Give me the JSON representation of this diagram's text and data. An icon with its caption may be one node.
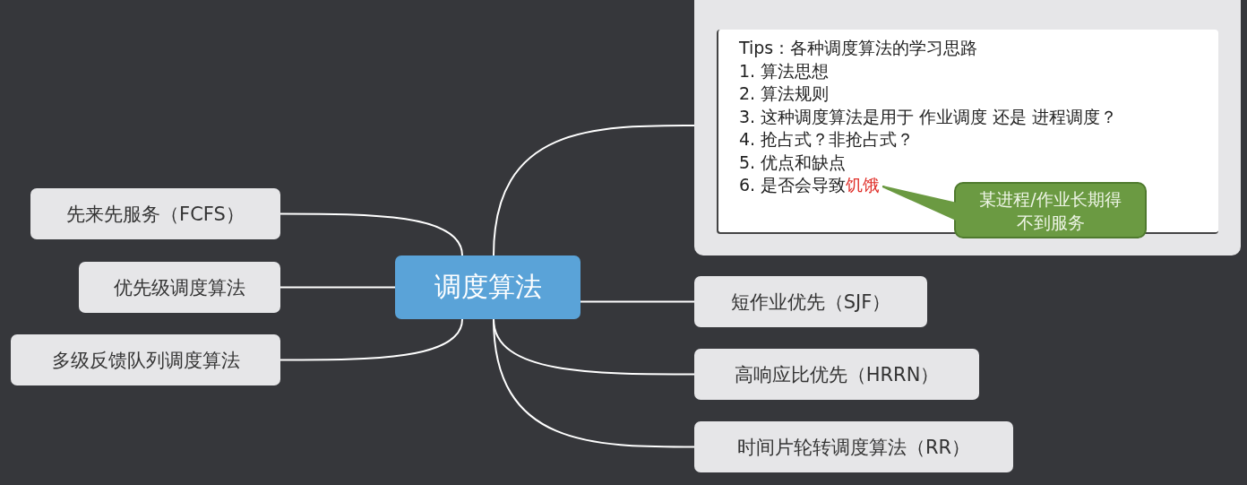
{
  "diagram": {
    "nodes": [
      {
        "text": [
          "调度算法"
        ]
      },
      {
        "text": [
          "先来先服务（FCFS）"
        ]
      },
      {
        "text": [
          "优先级调度算法"
        ]
      },
      {
        "text": [
          "多级反馈队列调度算法"
        ]
      },
      {
        "text": [
          "Tips：各种调度算法的学习思路",
          "1. 算法思想",
          "2. 算法规则",
          "3. 这种调度算法是用于 作业调度 还是 进程调度？",
          "4. 抢占式？非抢占式？",
          "5. 优点和缺点",
          "6. 是否会导致"
        ]
      },
      {
        "text": [
          "某进程/作业长期得不到服务"
        ],
        "in": 4
      },
      {
        "text": [
          "饥饿"
        ],
        "in": 4
      },
      {
        "text": [
          "短作业优先（SJF）"
        ]
      },
      {
        "text": [
          "高响应比优先（HRRN）"
        ]
      },
      {
        "text": [
          "时间片轮转调度算法（RR）"
        ]
      }
    ],
    "edges": [
      {
        "from": 0,
        "to": 1,
        "arrow": "none"
      },
      {
        "from": 0,
        "to": 2,
        "arrow": "none"
      },
      {
        "from": 0,
        "to": 3,
        "arrow": "none"
      },
      {
        "from": 0,
        "to": 4,
        "arrow": "none"
      },
      {
        "from": 5,
        "to": 6,
        "arrow": "none",
        "color": "#6b9a42"
      },
      {
        "from": 0,
        "to": 7,
        "arrow": "none"
      },
      {
        "from": 0,
        "to": 8,
        "arrow": "none"
      },
      {
        "from": 0,
        "to": 9,
        "arrow": "none"
      }
    ]
  }
}
